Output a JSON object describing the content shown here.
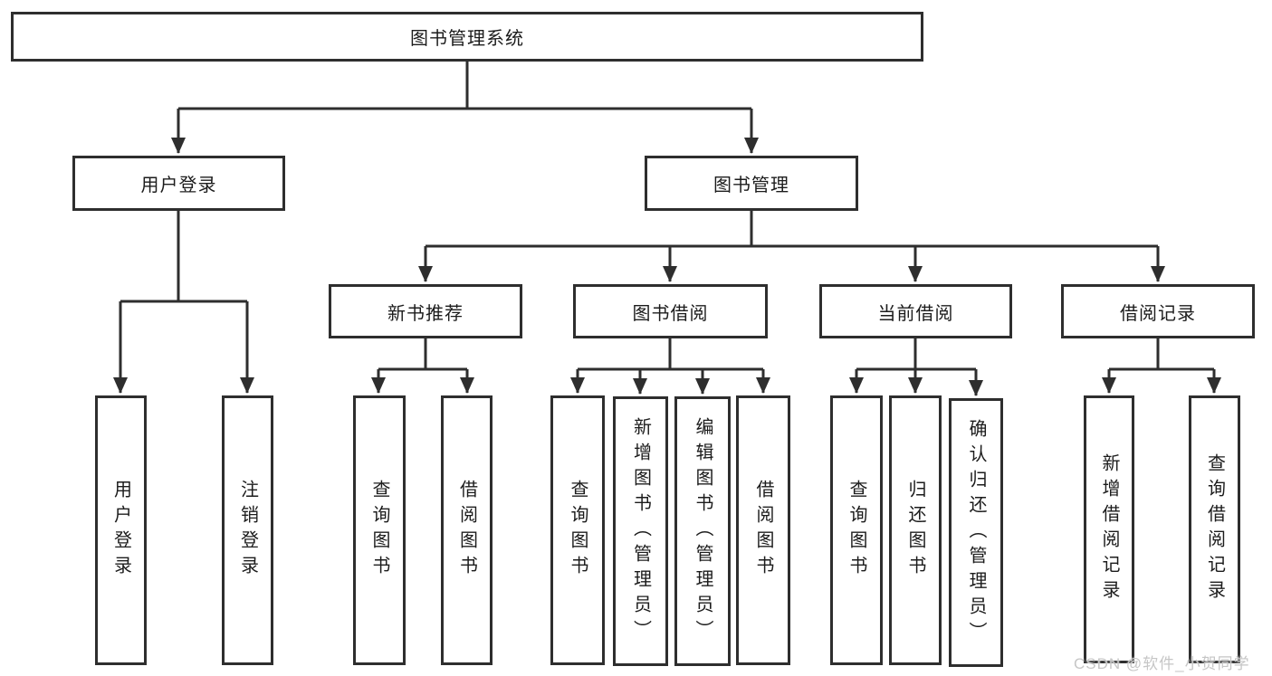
{
  "tree": {
    "root": {
      "label": "图书管理系统",
      "children": [
        {
          "label": "用户登录",
          "children": [
            {
              "label": "用户登录"
            },
            {
              "label": "注销登录"
            }
          ]
        },
        {
          "label": "图书管理",
          "children": [
            {
              "label": "新书推荐",
              "children": [
                {
                  "label": "查询图书"
                },
                {
                  "label": "借阅图书"
                }
              ]
            },
            {
              "label": "图书借阅",
              "children": [
                {
                  "label": "查询图书"
                },
                {
                  "label": "新增图书（管理员）"
                },
                {
                  "label": "编辑图书（管理员）"
                },
                {
                  "label": "借阅图书"
                }
              ]
            },
            {
              "label": "当前借阅",
              "children": [
                {
                  "label": "查询图书"
                },
                {
                  "label": "归还图书"
                },
                {
                  "label": "确认归还（管理员）"
                }
              ]
            },
            {
              "label": "借阅记录",
              "children": [
                {
                  "label": "新增借阅记录"
                },
                {
                  "label": "查询借阅记录"
                }
              ]
            }
          ]
        }
      ]
    }
  },
  "watermark": "CSDN @软件_小贺同学",
  "colors": {
    "line": "#2e2e2e",
    "box_border": "#2e2e2e",
    "text": "#1c1c1c",
    "watermark": "#c6c6c6",
    "background": "#ffffff"
  }
}
